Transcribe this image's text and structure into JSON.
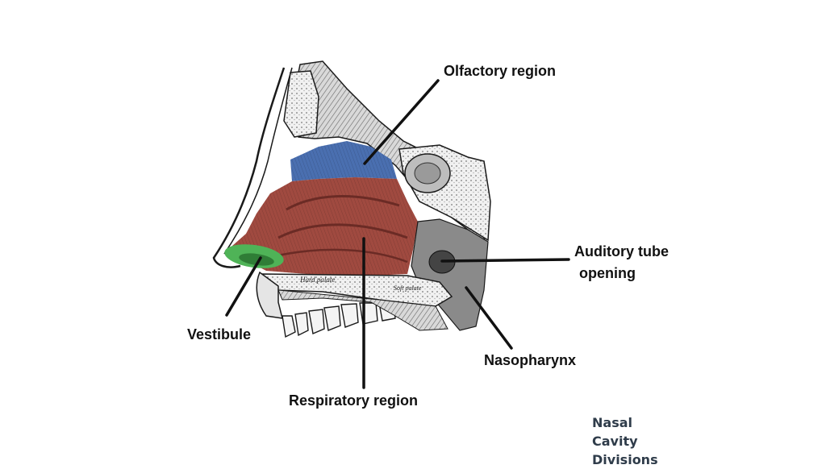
{
  "labels": {
    "olfactory": "Olfactory region",
    "auditory_line1": "Auditory tube",
    "auditory_line2": "opening",
    "vestibule": "Vestibule",
    "nasopharynx": "Nasopharynx",
    "respiratory": "Respiratory region"
  },
  "caption": [
    "Nasal",
    "Cavity",
    "Divisions"
  ],
  "small_labels": {
    "hard_palate": "Hard palate",
    "soft_palate": "Soft palate"
  },
  "colors": {
    "olfactory": "#4a6fb0",
    "respiratory": "#a04a40",
    "vestibule": "#4fb357",
    "bone": "#e9e9e9",
    "outline": "#1a1a1a"
  }
}
